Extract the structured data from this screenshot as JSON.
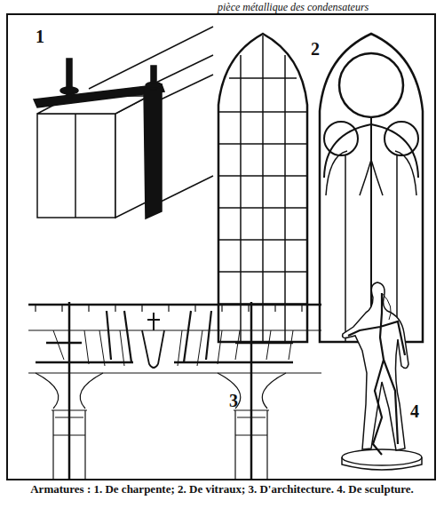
{
  "diagram": {
    "caption": "Armatures : 1. De charpente; 2. De vitraux; 3. D'architecture. 4. De sculpture.",
    "labels": [
      "pièce métallique des condensateurs",
      "1",
      "2",
      "3",
      "4"
    ]
  }
}
